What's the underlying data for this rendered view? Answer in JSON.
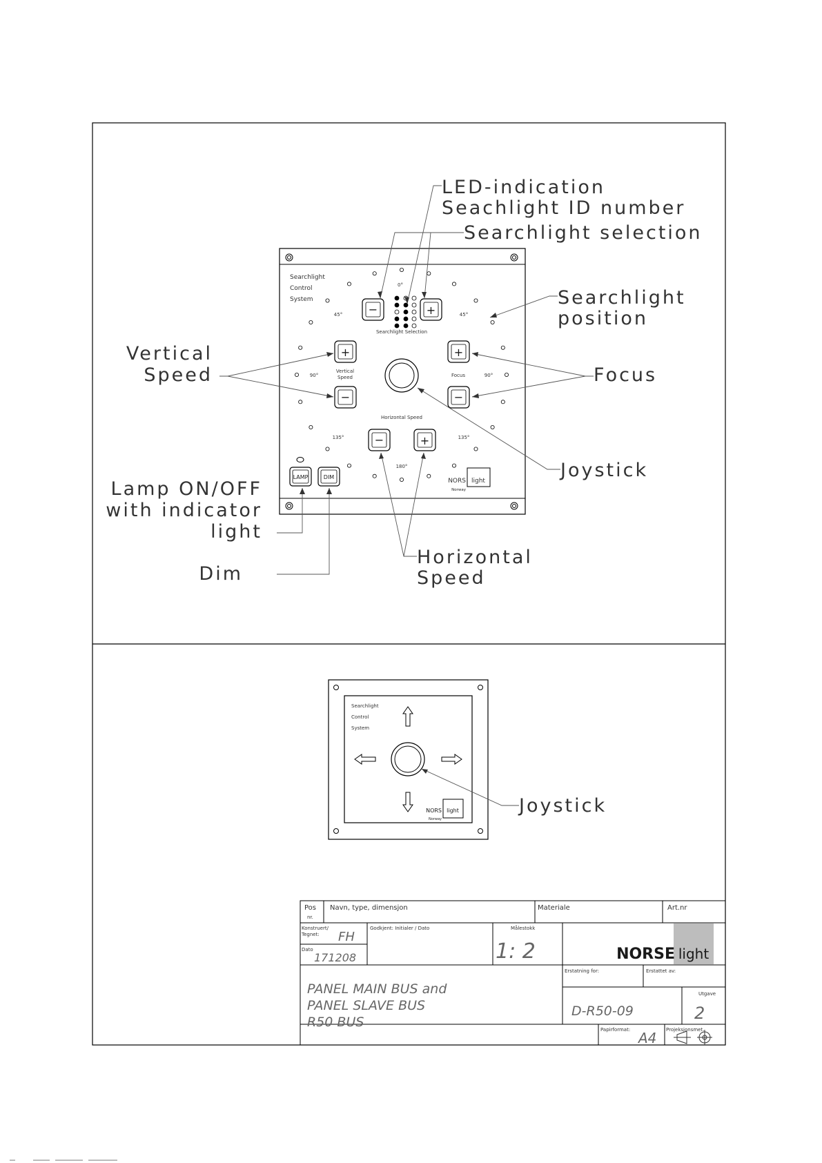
{
  "panel_main": {
    "brand_lines": [
      "Searchlight",
      "Control",
      "System"
    ],
    "angles": {
      "top": "0°",
      "ul": "45°",
      "ur": "45°",
      "left": "90°",
      "right": "90°",
      "ll": "135°",
      "lr": "135°",
      "bottom": "180°"
    },
    "selection_label": "Searchlight Selection",
    "vertical_label": [
      "Vertical",
      "Speed"
    ],
    "focus_label": "Focus",
    "horizontal_label": "Horizontal Speed",
    "plus": "+",
    "minus": "−",
    "lamp_label": "LAMP",
    "dim_label": "DIM",
    "logo_norse": "NORS",
    "logo_light": "light",
    "logo_country": "Norway"
  },
  "annotations": {
    "led_1": "LED-indication",
    "led_2": "Seachlight ID number",
    "selection": "Searchlight selection",
    "position_1": "Searchlight",
    "position_2": "position",
    "vertical_1": "Vertical",
    "vertical_2": "Speed",
    "focus": "Focus",
    "joystick": "Joystick",
    "lamp_1": "Lamp ON/OFF",
    "lamp_2": "with indicator",
    "lamp_3": "light",
    "dim": "Dim",
    "horizontal_1": "Horizontal",
    "horizontal_2": "Speed"
  },
  "panel_slave": {
    "brand_lines": [
      "Searchlight",
      "Control",
      "System"
    ],
    "logo_norse": "NORS",
    "logo_light": "light",
    "logo_country": "Norway",
    "joystick": "Joystick"
  },
  "title_block": {
    "pos_label": "Pos",
    "nr_label": "nr.",
    "name_header": "Navn, type, dimensjon",
    "material_header": "Materiale",
    "artnr_header": "Art.nr",
    "konstruert_label": "Konstruert/",
    "tegnet_label": "Tegnet:",
    "designer": "FH",
    "godkjent_label": "Godkjent: Initialer / Dato",
    "scale_label": "Målestokk",
    "scale": "1: 2",
    "date_label": "Dato",
    "date": "171208",
    "company_bold": "NORSE",
    "company_light": "light",
    "title_lines": [
      "PANEL MAIN BUS and",
      "PANEL SLAVE BUS",
      "R50 BUS"
    ],
    "erstatning_label": "Erstatning for:",
    "erstattet_label": "Erstattet av:",
    "drawing_no": "D-R50-09",
    "utgave_label": "Utgave",
    "utgave": "2",
    "papirformat_label": "Papirformat:",
    "papirformat": "A4",
    "projeksjon_label": "Projeksjonsmet."
  }
}
